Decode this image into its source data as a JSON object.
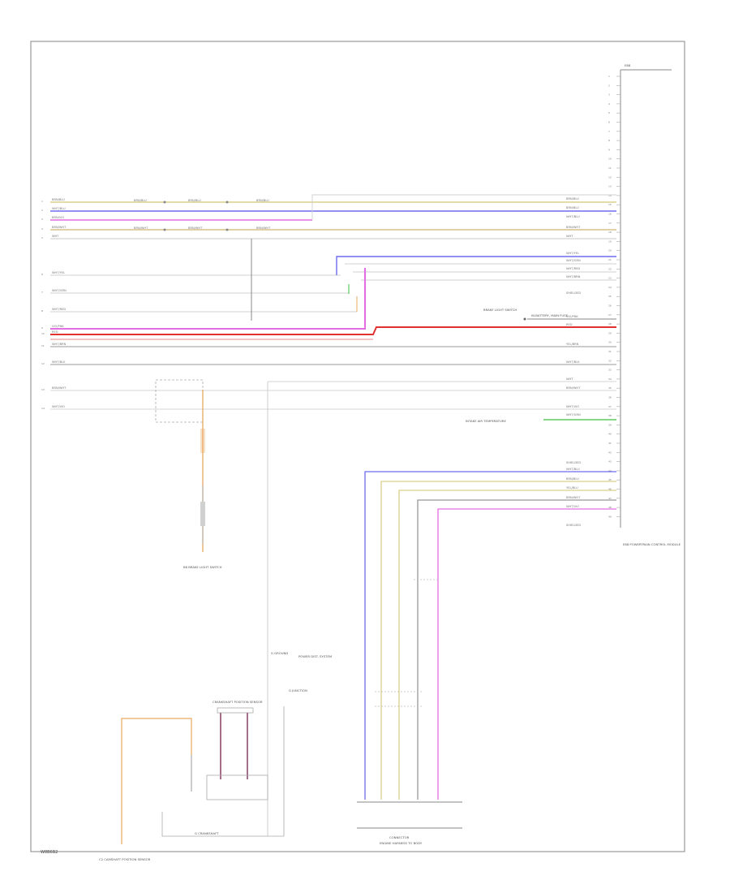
{
  "page": {
    "page_code": "W8B6B2"
  },
  "left_wires": [
    {
      "wire": "BRN/BLU",
      "splice_label": "BRN/BLU",
      "color": "#dcd08a"
    },
    {
      "wire": "WHT/BLU",
      "splice_label": "",
      "color": "#6d6df0"
    },
    {
      "wire": "BRN/VIO",
      "splice_label": "",
      "color": "#e36ee3"
    },
    {
      "wire": "BRN/WHT",
      "splice_label": "BRN/WHT",
      "color": "#d8c28a"
    },
    {
      "wire": "WHT",
      "splice_label": "",
      "color": "#b5b5b5"
    },
    {
      "wire": "WHT/YEL",
      "splice_label": "",
      "color": "#c9c9c9"
    },
    {
      "wire": "WHT/GRN",
      "splice_label": "",
      "color": "#c9c9c9"
    },
    {
      "wire": "WHT/RED",
      "splice_label": "",
      "color": "#c9c9c9"
    },
    {
      "wire": "VIO/PNK",
      "splice_label": "",
      "color": "#e060e0"
    },
    {
      "wire": "RED",
      "splice_label": "",
      "color": "#e03030"
    },
    {
      "wire": "WHT/BRN",
      "splice_label": "",
      "color": "#b8b8b8"
    },
    {
      "wire": "WHT/BLK",
      "splice_label": "",
      "color": "#b8b8b8"
    },
    {
      "wire": "BRN/WHT",
      "splice_label": "",
      "color": "#b8b8b8"
    },
    {
      "wire": "WHT/VIO",
      "splice_label": "",
      "color": "#b8b8b8"
    }
  ],
  "pcm": {
    "top_label": "E88",
    "name": "E88 POWERTRAIN CONTROL MODULE"
  },
  "pcm_wires": [
    "BRN/BLU",
    "BRN/BLU",
    "WHT/BLU",
    "BRN/WHT",
    "WHT",
    "WHT/YEL",
    "WHT/GRN",
    "WHT/RED",
    "WHT/BRN",
    "SHIELDED",
    "VIO/PNK",
    "RED",
    "YEL/BRN",
    "WHT/BLK",
    "WHT",
    "BRN/WHT",
    "WHT/VIO",
    "WHT/GRN",
    "SHIELDED",
    "WHT/BLU",
    "BRN/BLU",
    "YEL/BLU",
    "BRN/WHT",
    "WHT/VIO",
    "SHIELDED"
  ],
  "components": {
    "brake_switch": "B8 BRAKE LIGHT SWITCH",
    "brake_switch_pin_note": "BRAKE LIGHT SWITCH",
    "fused_note": "IN-BATTERY, MAIN FUSE",
    "intake_note": "INTAKE AIR TEMPERATURE",
    "ground": "G GROUND",
    "power_note": "POWER DIST. SYSTEM",
    "junction": "G JUNCTION",
    "crank_sensor": "CRANKSHAFT POSITION SENSOR",
    "crank_ground": "G CRANKSHAFT",
    "cam_sensor": "C2 CAMSHAFT POSITION SENSOR",
    "bottom_connector": "CONNECTOR",
    "bottom_connector_sub": "ENGINE HARNESS TO BODY"
  },
  "colors": {
    "frame": "#9a9a9a",
    "pink": "#e36ee3",
    "red": "#e03030",
    "blue": "#6d6df0",
    "yellow": "#dcd08a",
    "green": "#3cc03c",
    "orange": "#e9a860"
  }
}
